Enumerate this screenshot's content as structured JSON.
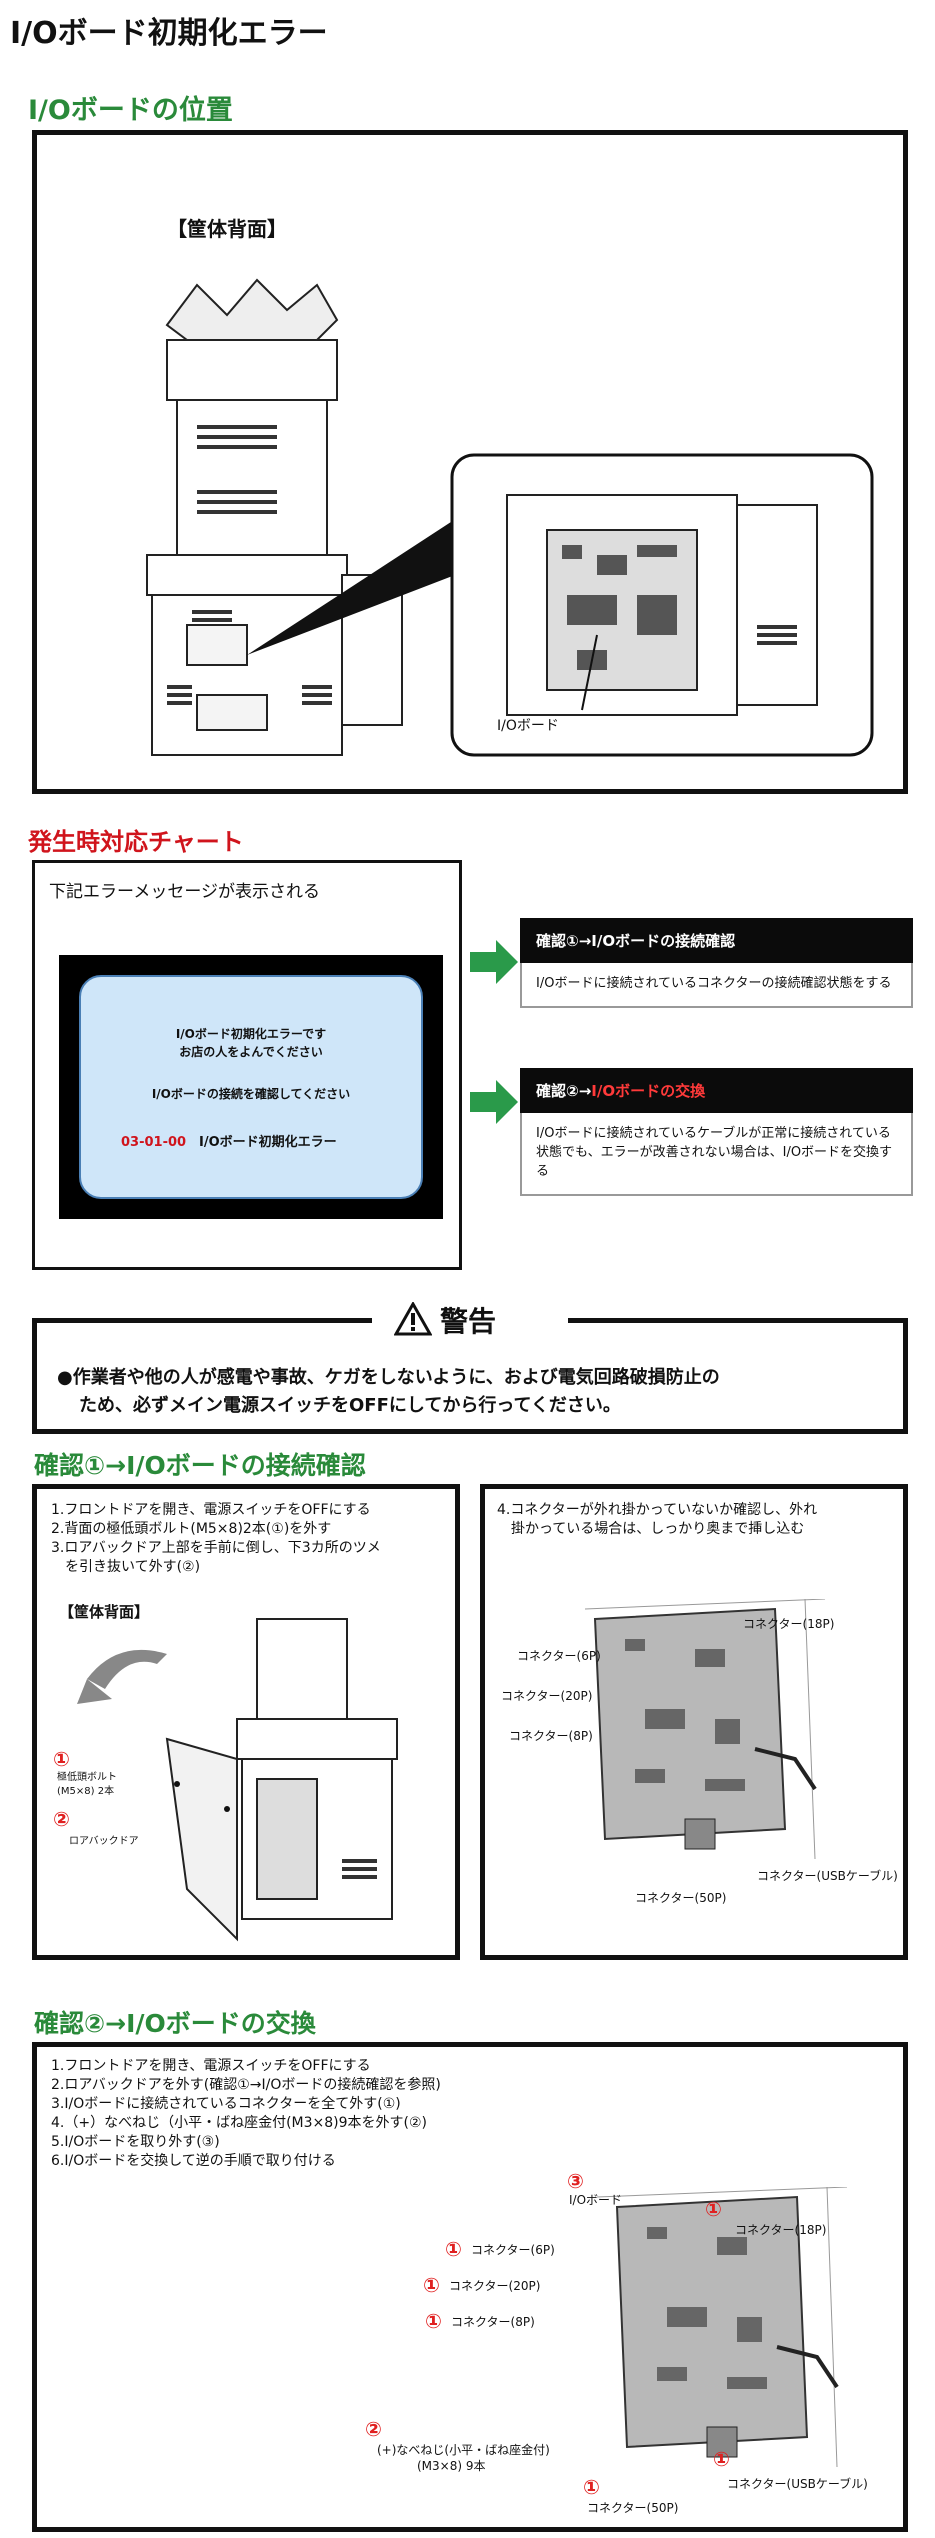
{
  "page_title": "I/Oボード初期化エラー",
  "location": {
    "title": "I/Oボードの位置",
    "cabinet_label": "【筐体背面】",
    "board_label": "I/Oボード"
  },
  "chart": {
    "title": "発生時対応チャート",
    "message_intro": "下記エラーメッセージが表示される",
    "screen_line1": "I/Oボード初期化エラーです",
    "screen_line2": "お店の人をよんでください",
    "screen_line3": "I/Oボードの接続を確認してください",
    "error_code": "03-01-00",
    "error_text": "I/Oボード初期化エラー",
    "check1_title": "確認①→I/Oボードの接続確認",
    "check1_body": "I/Oボードに接続されているコネクターの接続確認状態をする",
    "check2_title_prefix": "確認②→",
    "check2_title_highlight": "I/Oボードの交換",
    "check2_body": "I/Oボードに接続されているケーブルが正常に接続されている状態でも、エラーが改善されない場合は、I/Oボードを交換する"
  },
  "warning": {
    "title": "警告",
    "line1": "●作業者や他の人が感電や事故、ケガをしないように、および電気回路破損防止の",
    "line2": "ため、必ずメイン電源スイッチをOFFにしてから行ってください。"
  },
  "check1": {
    "title": "確認①→I/Oボードの接続確認",
    "steps": [
      "1.フロントドアを開き、電源スイッチをOFFにする",
      "2.背面の極低頭ボルト(M5×8)2本(①)を外す",
      "3.ロアバックドア上部を手前に倒し、下3カ所のツメ",
      "　を引き抜いて外す(②)"
    ],
    "cabinet_label": "【筐体背面】",
    "bolt_label": "極低頭ボルト",
    "bolt_spec": "(M5×8) 2本",
    "door_label": "ロアバックドア",
    "step4_line1": "4.コネクターが外れ掛かっていないか確認し、外れ",
    "step4_line2": "　掛かっている場合は、しっかり奥まで挿し込む",
    "conn_18p": "コネクター(18P)",
    "conn_6p": "コネクター(6P)",
    "conn_20p": "コネクター(20P)",
    "conn_8p": "コネクター(8P)",
    "conn_50p": "コネクター(50P)",
    "usb": "コネクター(USBケーブル)"
  },
  "check2": {
    "title": "確認②→I/Oボードの交換",
    "steps": [
      "1.フロントドアを開き、電源スイッチをOFFにする",
      "2.ロアバックドアを外す(確認①→I/Oボードの接続確認を参照)",
      "3.I/Oボードに接続されているコネクターを全て外す(①)",
      "4.（+）なべねじ（小平・ばね座金付(M3×8)9本を外す(②)",
      "5.I/Oボードを取り外す(③)",
      "6.I/Oボードを交換して逆の手順で取り付ける"
    ],
    "board_label": "I/Oボード",
    "conn_18p": "コネクター(18P)",
    "conn_6p": "コネクター(6P)",
    "conn_20p": "コネクター(20P)",
    "conn_8p": "コネクター(8P)",
    "conn_50p": "コネクター(50P)",
    "usb": "コネクター(USBケーブル)",
    "screw_line1": "(+)なべねじ(小平・ばね座金付)",
    "screw_line2": "(M3×8) 9本",
    "mark1": "①",
    "mark2": "②",
    "mark3": "③"
  }
}
